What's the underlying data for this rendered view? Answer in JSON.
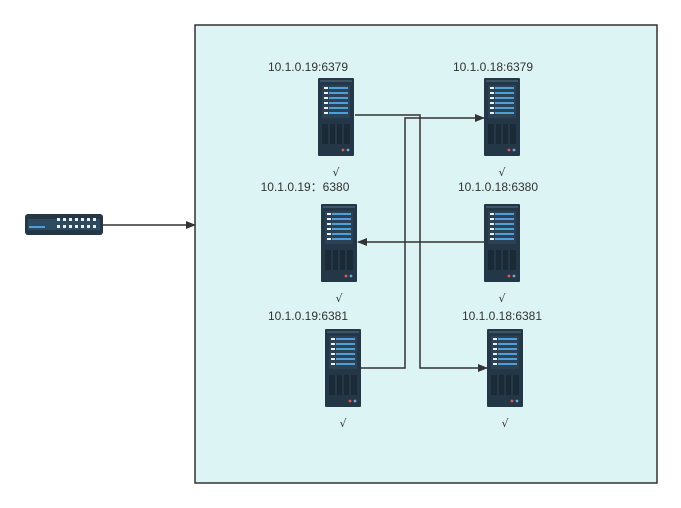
{
  "nodes": [
    {
      "id": "m19-6379",
      "label": "10.1.0.19:6379",
      "status": "√"
    },
    {
      "id": "m18-6379",
      "label": "10.1.0.18:6379",
      "status": "√"
    },
    {
      "id": "m19-6380",
      "label": "10.1.0.19：6380",
      "status": "√"
    },
    {
      "id": "m18-6380",
      "label": "10.1.0.18:6380",
      "status": "√"
    },
    {
      "id": "m19-6381",
      "label": "10.1.0.19:6381",
      "status": "√"
    },
    {
      "id": "m18-6381",
      "label": "10.1.0.18:6381",
      "status": "√"
    }
  ],
  "colors": {
    "cluster_fill": "#dcf4f3",
    "cluster_border": "#333333",
    "server_body": "#233747",
    "server_accent": "#4d9fd8",
    "connector": "#333333"
  },
  "icons": {
    "server": "server-rack-icon",
    "switch": "network-switch-icon"
  }
}
